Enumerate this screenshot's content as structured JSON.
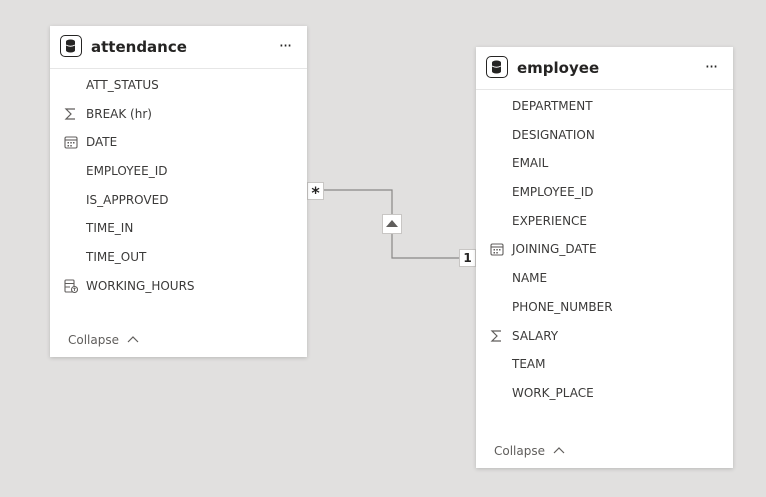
{
  "tables": {
    "attendance": {
      "title": "attendance",
      "more_label": "···",
      "collapse_label": "Collapse",
      "fields": [
        {
          "label": "ATT_STATUS",
          "icon": "none"
        },
        {
          "label": "BREAK (hr)",
          "icon": "sigma-icon"
        },
        {
          "label": "DATE",
          "icon": "calendar-icon"
        },
        {
          "label": "EMPLOYEE_ID",
          "icon": "none"
        },
        {
          "label": "IS_APPROVED",
          "icon": "none"
        },
        {
          "label": "TIME_IN",
          "icon": "none"
        },
        {
          "label": "TIME_OUT",
          "icon": "none"
        },
        {
          "label": "WORKING_HOURS",
          "icon": "calculated-column-icon"
        }
      ]
    },
    "employee": {
      "title": "employee",
      "more_label": "···",
      "collapse_label": "Collapse",
      "fields": [
        {
          "label": "DEPARTMENT",
          "icon": "none"
        },
        {
          "label": "DESIGNATION",
          "icon": "none"
        },
        {
          "label": "EMAIL",
          "icon": "none"
        },
        {
          "label": "EMPLOYEE_ID",
          "icon": "none"
        },
        {
          "label": "EXPERIENCE",
          "icon": "none"
        },
        {
          "label": "JOINING_DATE",
          "icon": "calendar-icon"
        },
        {
          "label": "NAME",
          "icon": "none"
        },
        {
          "label": "PHONE_NUMBER",
          "icon": "none"
        },
        {
          "label": "SALARY",
          "icon": "sigma-icon"
        },
        {
          "label": "TEAM",
          "icon": "none"
        },
        {
          "label": "WORK_PLACE",
          "icon": "none"
        }
      ]
    }
  },
  "relationship": {
    "from_cardinality": "*",
    "to_cardinality": "1",
    "filter_icon": "filter-direction-icon"
  },
  "colors": {
    "canvas": "#e1e0df",
    "card": "#ffffff",
    "text": "#252423",
    "muted_text": "#605e5c",
    "line": "#8a8886"
  }
}
